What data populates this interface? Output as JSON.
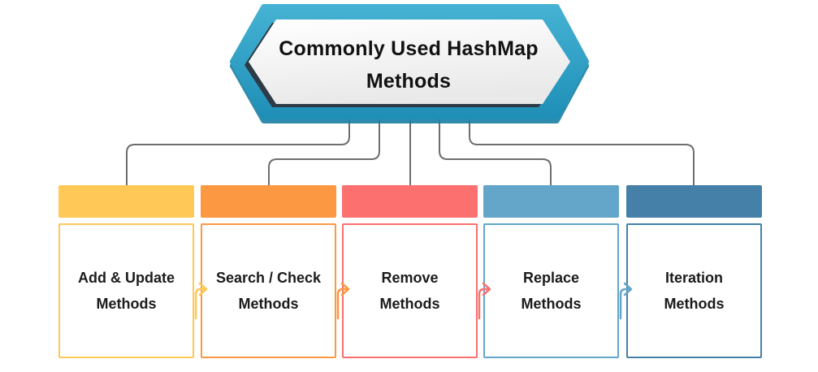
{
  "title": {
    "lines": [
      "Commonly Used HashMap",
      "Methods"
    ]
  },
  "colors": {
    "hexagon_teal_light": "#45B2D3",
    "hexagon_teal_dark": "#1F8FB7",
    "hexagon_drop_shadow": "#1A7FA4",
    "hexagon_inner_shadow": "#2E3B46",
    "hexagon_fill_top": "#FFFFFF",
    "hexagon_fill_bottom": "#E9E9E9",
    "connector": "#6E6E6E",
    "text": "#1B1B1B"
  },
  "categories": [
    {
      "name": "add-update",
      "lines": [
        "Add & Update",
        "Methods"
      ],
      "color": "#FFC857"
    },
    {
      "name": "search-check",
      "lines": [
        "Search / Check",
        "Methods"
      ],
      "color": "#FB9841"
    },
    {
      "name": "remove",
      "lines": [
        "Remove",
        "Methods"
      ],
      "color": "#FC7070"
    },
    {
      "name": "replace",
      "lines": [
        "Replace",
        "Methods"
      ],
      "color": "#63A6CA"
    },
    {
      "name": "iteration",
      "lines": [
        "Iteration",
        "Methods"
      ],
      "color": "#4480A8"
    }
  ],
  "arrows": [
    {
      "color": "#FFC857"
    },
    {
      "color": "#FB9841"
    },
    {
      "color": "#FC7070"
    },
    {
      "color": "#63A6CA"
    }
  ]
}
